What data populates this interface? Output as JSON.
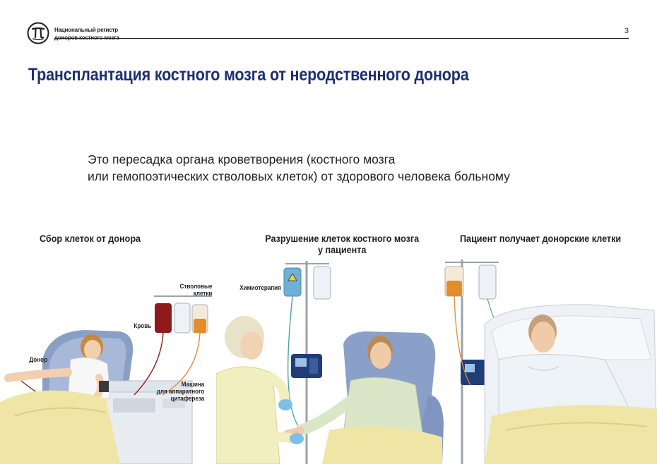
{
  "header": {
    "org_line1": "Национальный регистр",
    "org_line2": "доноров костного мозга",
    "page_number": "3"
  },
  "title": "Трансплантация костного мозга от неродственного донора",
  "lead": {
    "line1": "Это пересадка органа кроветворения (костного мозга",
    "line2": "или гемопоэтических стволовых клеток) от здорового человека больному"
  },
  "panels": [
    {
      "title": "Сбор клеток от донора",
      "labels": {
        "donor": "Донор",
        "blood": "Кровь",
        "stem_line1": "Стволовые",
        "stem_line2": "клетки",
        "machine_line1": "Машина",
        "machine_line2": "для аппаратного",
        "machine_line3": "цитафереза"
      }
    },
    {
      "title_line1": "Разрушение клеток костного мозга",
      "title_line2": "у пациента",
      "labels": {
        "chemo": "Химиотерапия"
      }
    },
    {
      "title": "Пациент получает донорские клетки"
    }
  ],
  "colors": {
    "title_blue": "#1d2f6f",
    "chair_blue": "#7f95bf",
    "blanket_yellow": "#efe6a6",
    "blood_red": "#8e1a1c",
    "stem_orange": "#e28c2e"
  }
}
